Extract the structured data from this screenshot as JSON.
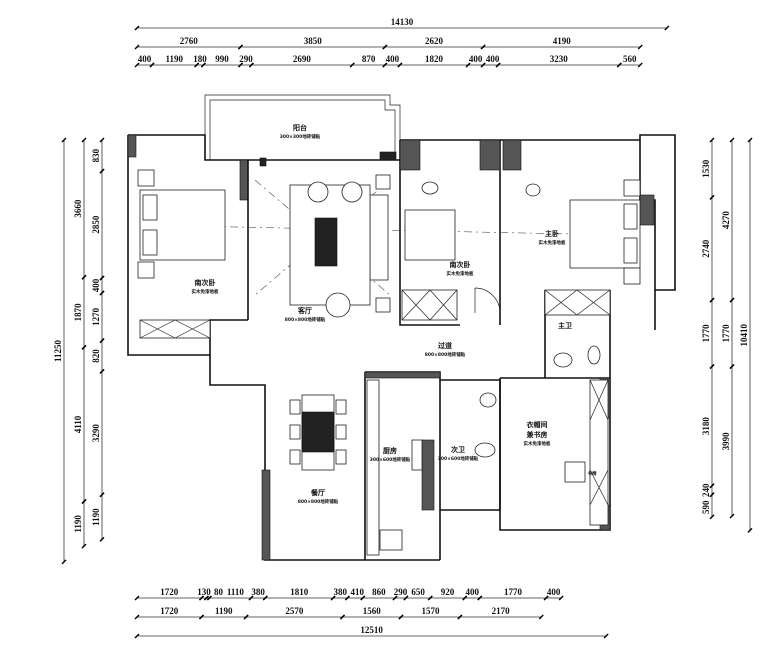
{
  "rooms": {
    "balcony": {
      "name": "阳台",
      "floor": "300×300地砖铺贴"
    },
    "south_bedroom_left": {
      "name": "南次卧",
      "floor": "实木免漆地板"
    },
    "living_room": {
      "name": "客厅",
      "floor": "800×800地砖铺贴"
    },
    "south_bedroom_mid": {
      "name": "南次卧",
      "floor": "实木免漆地板"
    },
    "master_bedroom": {
      "name": "主卧",
      "floor": "实木免漆地板"
    },
    "master_bath": {
      "name": "主卫"
    },
    "corridor": {
      "name": "过道",
      "floor": "800×800地砖铺贴"
    },
    "dining_room": {
      "name": "餐厅",
      "floor": "800×800地砖铺贴"
    },
    "kitchen": {
      "name": "厨房",
      "floor": "300×600地砖铺贴"
    },
    "second_bath": {
      "name": "次卫",
      "floor": "300×600地砖铺贴"
    },
    "closet_study": {
      "name": "衣帽间",
      "name2": "兼书房",
      "floor": "实木免漆地板"
    },
    "chair_label": "书椅"
  },
  "dimensions": {
    "top": {
      "total": 14130,
      "row2": [
        2760,
        3850,
        2620,
        4190
      ],
      "row3": [
        400,
        1190,
        180,
        990,
        290,
        2690,
        870,
        400,
        1820,
        400,
        400,
        3230,
        560
      ]
    },
    "bottom": {
      "row1": [
        1720,
        130,
        80,
        1110,
        380,
        1810,
        380,
        410,
        860,
        290,
        650,
        920,
        400,
        1770,
        400
      ],
      "row2": [
        1720,
        1190,
        2570,
        1560,
        1570,
        2170
      ],
      "total": 12510
    },
    "left": {
      "total": 11250,
      "row2": [
        3660,
        1870,
        4110,
        1190
      ],
      "row3": [
        830,
        2850,
        400,
        1270,
        820,
        3290,
        1190
      ]
    },
    "right": {
      "row1": [
        1530,
        2740,
        1770,
        3180,
        240,
        590
      ],
      "row2": [
        4270,
        1770,
        3990
      ],
      "total": 10410
    }
  }
}
